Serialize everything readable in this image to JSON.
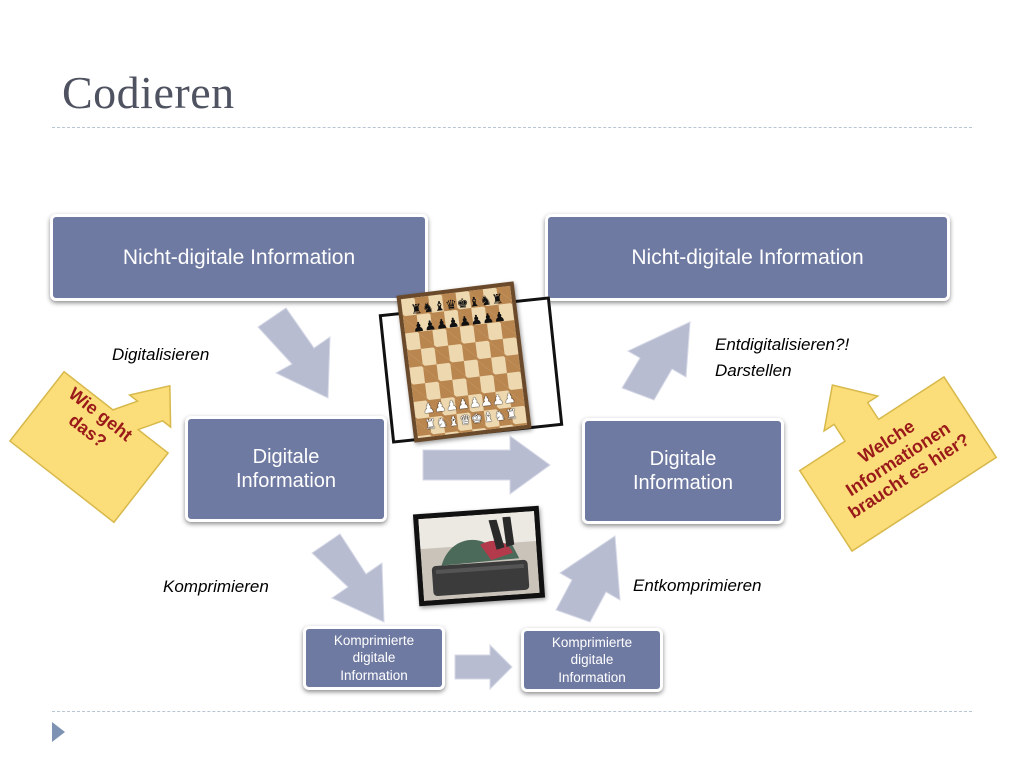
{
  "slide": {
    "title": "Codieren"
  },
  "nodes": {
    "analog_source": "Nicht-digitale Information",
    "analog_target": "Nicht-digitale Information",
    "digital_source": "Digitale Information",
    "digital_target": "Digitale Information",
    "compressed_source": "Komprimierte digitale Information",
    "compressed_target": "Komprimierte digitale Information"
  },
  "edge_labels": {
    "digitize": "Digitalisieren",
    "undigitize_line1": "Entdigitalisieren?!",
    "undigitize_line2": "Darstellen",
    "compress": "Komprimieren",
    "decompress": "Entkomprimieren"
  },
  "callouts": {
    "left": "Wie geht das?",
    "right": "Welche Informationen braucht es hier?"
  },
  "colors": {
    "node_fill": "#6f7aa2",
    "flow_arrow": "#b7bcd1",
    "callout_fill": "#fbdd79",
    "callout_text": "#9a1a1a",
    "title": "#4f5361"
  }
}
